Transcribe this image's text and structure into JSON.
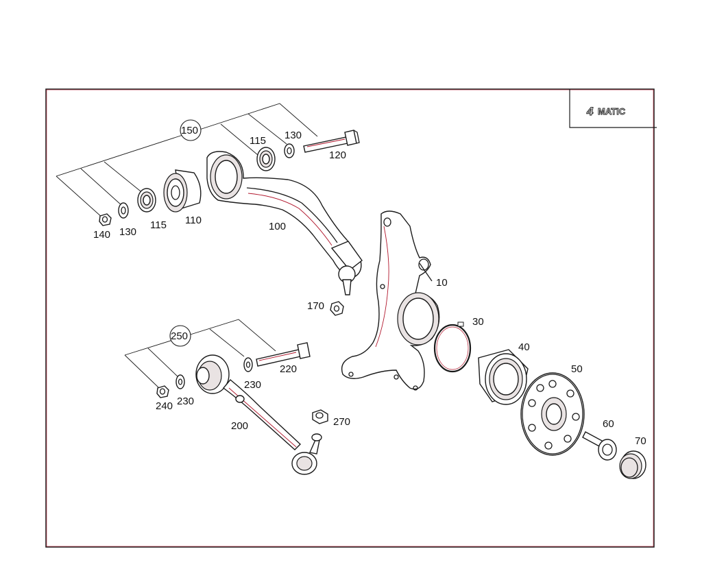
{
  "badge": {
    "logo_num": "4",
    "logo_text": "MATIC"
  },
  "callouts": {
    "c150": "150",
    "c130a": "130",
    "c115a": "115",
    "c120": "120",
    "c140": "140",
    "c130b": "130",
    "c115b": "115",
    "c110": "110",
    "c100": "100",
    "c170": "170",
    "c10": "10",
    "c30": "30",
    "c40": "40",
    "c50": "50",
    "c60": "60",
    "c70": "70",
    "c250": "250",
    "c230a": "230",
    "c220": "220",
    "c240": "240",
    "c230b": "230",
    "c200": "200",
    "c270": "270"
  }
}
